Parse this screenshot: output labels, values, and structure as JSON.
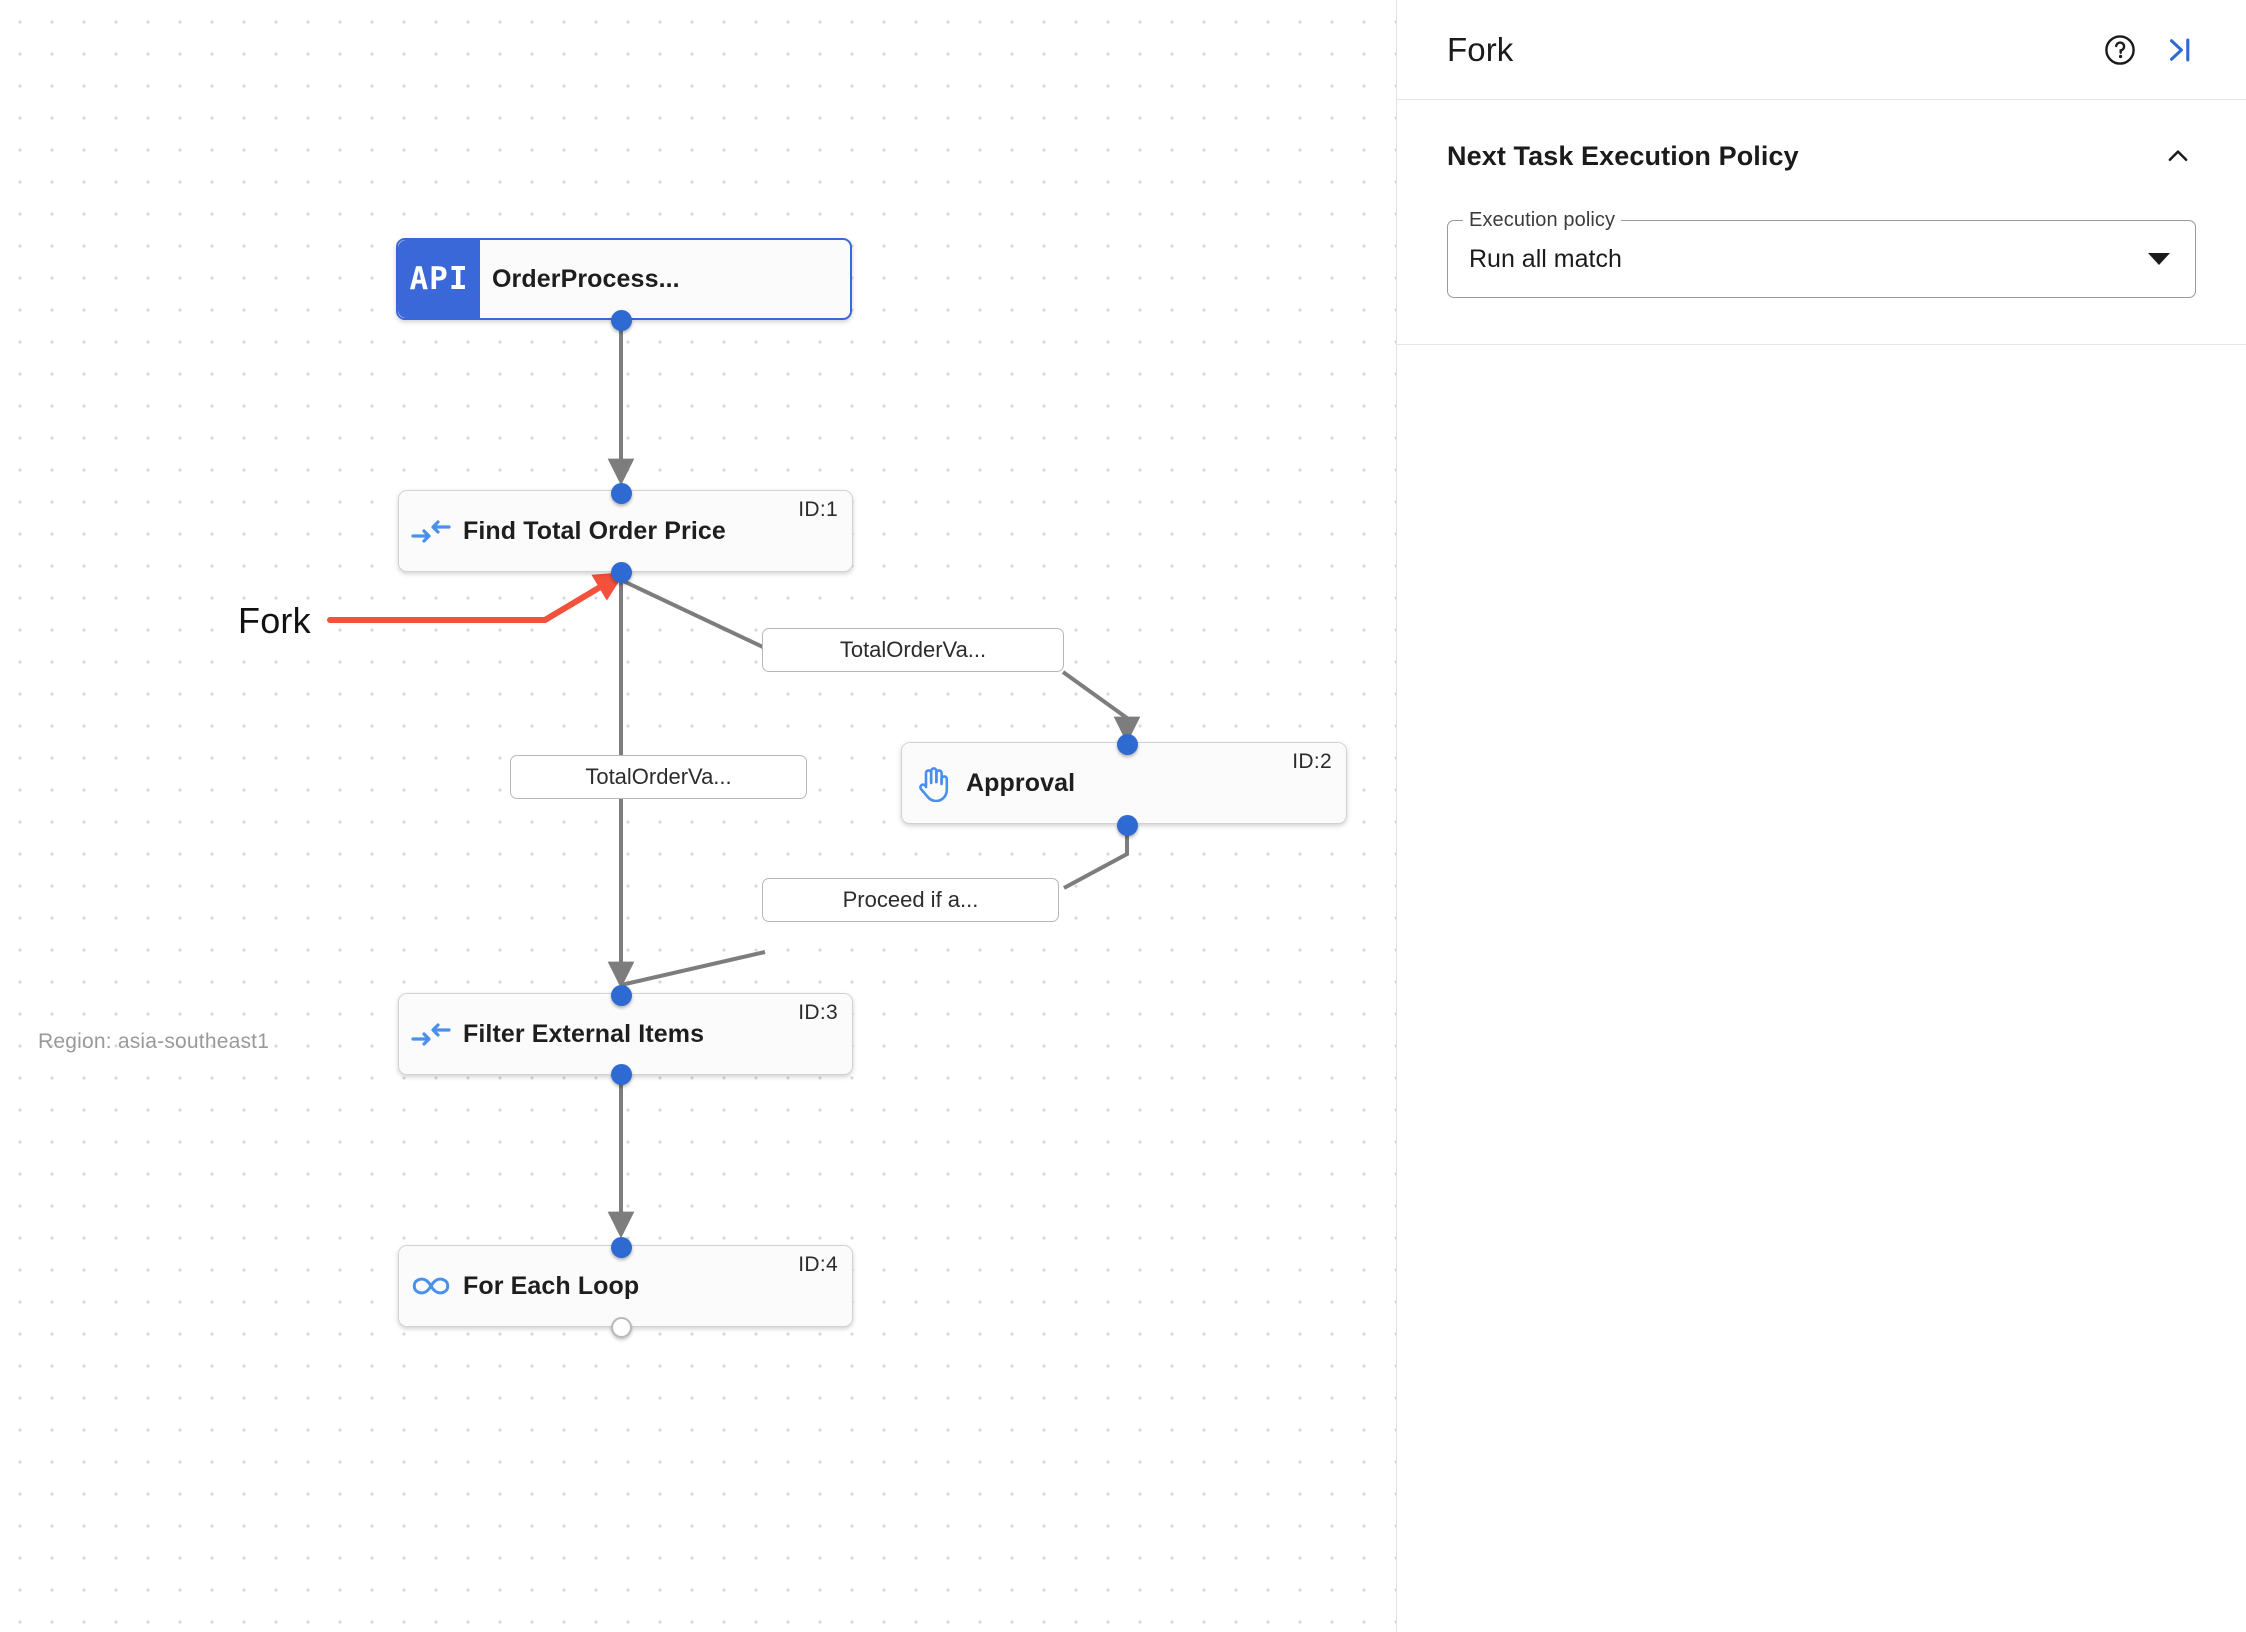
{
  "canvas": {
    "region_label": "Region: asia-southeast1",
    "annotation": {
      "label": "Fork",
      "color": "#f4513c"
    },
    "nodes": [
      {
        "id": "",
        "badge": "API",
        "title": "OrderProcess...",
        "icon": "api-badge-icon",
        "selected": true
      },
      {
        "id": "ID:1",
        "title": "Find Total Order Price",
        "icon": "merge-arrows-icon",
        "selected": false
      },
      {
        "id": "ID:2",
        "title": "Approval",
        "icon": "hand-icon",
        "selected": false
      },
      {
        "id": "ID:3",
        "title": "Filter External Items",
        "icon": "merge-arrows-icon",
        "selected": false
      },
      {
        "id": "ID:4",
        "title": "For Each Loop",
        "icon": "infinity-loop-icon",
        "selected": false
      }
    ],
    "edge_labels": [
      {
        "text": "TotalOrderVa..."
      },
      {
        "text": "TotalOrderVa..."
      },
      {
        "text": "Proceed if a..."
      }
    ],
    "colors": {
      "port": "#2e6ad1",
      "edge": "#7d7d7d",
      "accent": "#3b68d8"
    }
  },
  "panel": {
    "title": "Fork",
    "help_icon": "help-circle-icon",
    "collapse_icon": "collapse-panel-right-icon",
    "section": {
      "title": "Next Task Execution Policy",
      "chevron": "chevron-up-icon",
      "field": {
        "label": "Execution policy",
        "value": "Run all match",
        "arrow_icon": "dropdown-arrow-icon"
      }
    }
  }
}
